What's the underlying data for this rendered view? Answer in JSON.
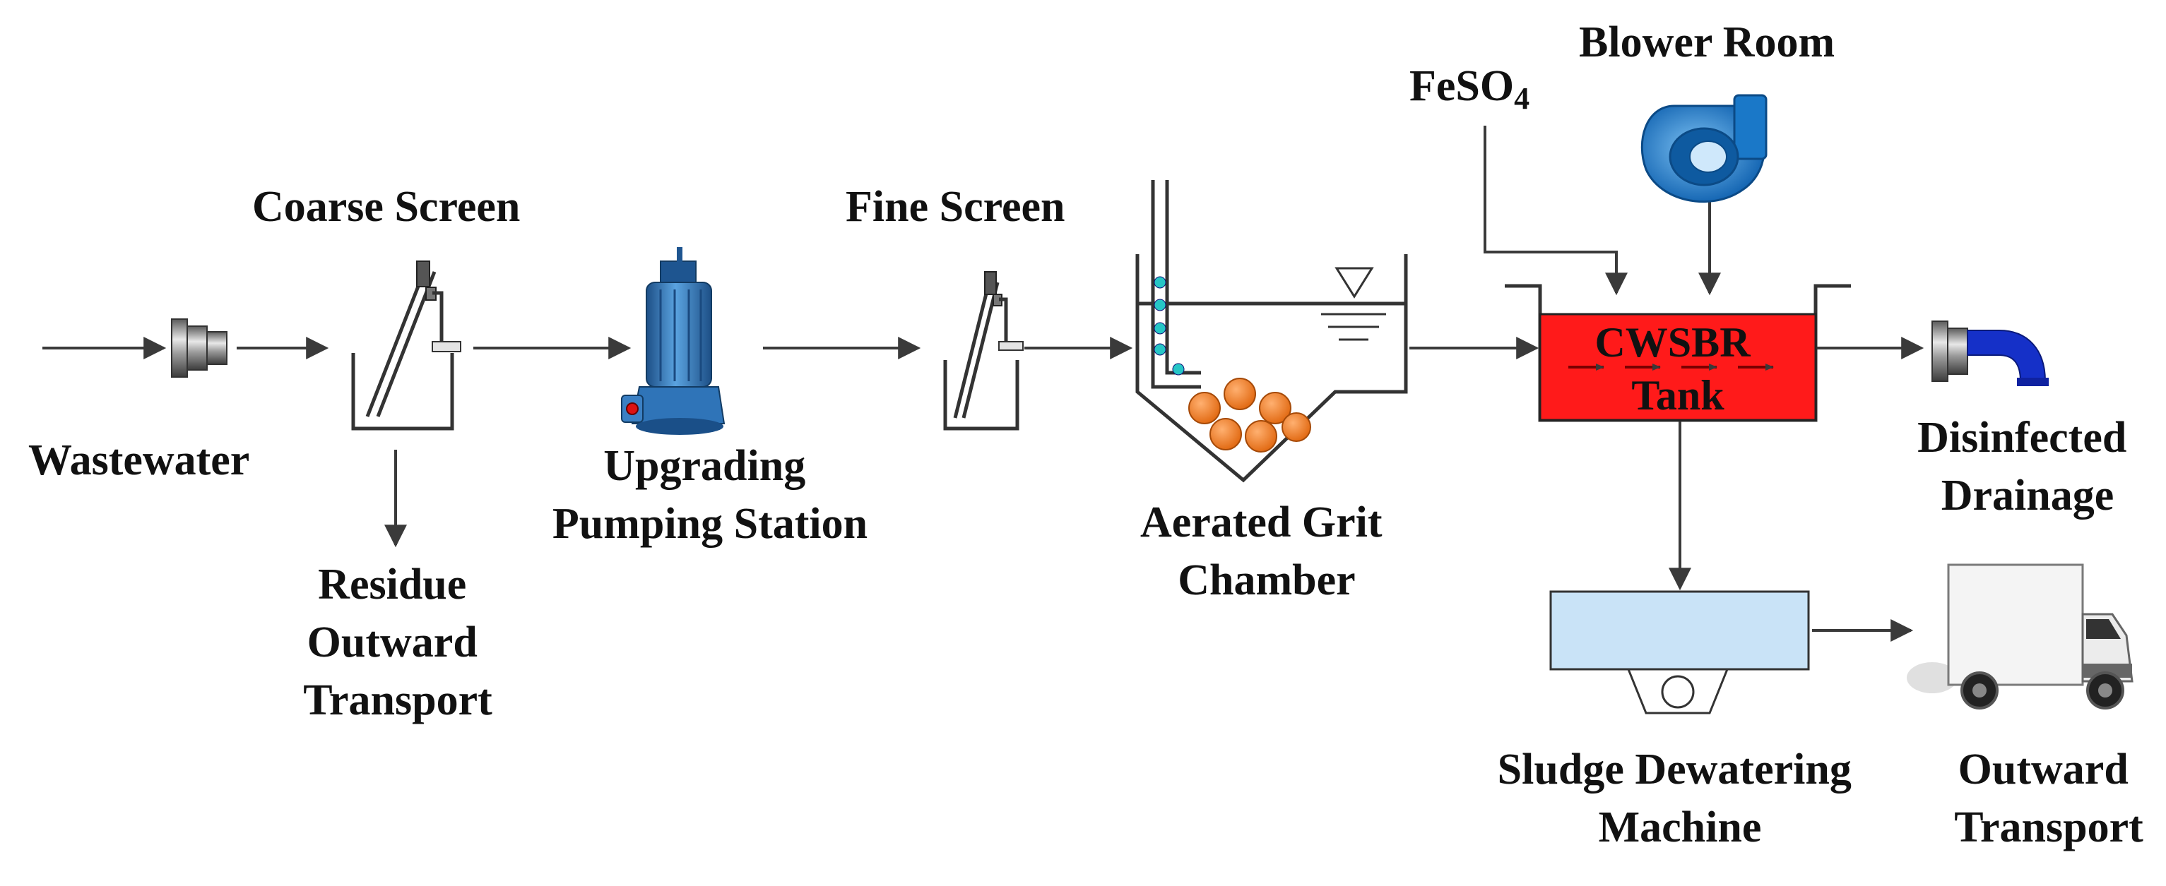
{
  "labels": {
    "wastewater": "Wastewater",
    "coarse_screen": "Coarse Screen",
    "residue_line1": "Residue",
    "residue_line2": "Outward",
    "residue_line3": "Transport",
    "pump_line1": "Upgrading",
    "pump_line2": "Pumping Station",
    "fine_screen": "Fine Screen",
    "grit_line1": "Aerated Grit",
    "grit_line2": "Chamber",
    "feso4_main": "FeSO",
    "feso4_sub": "4",
    "blower": "Blower Room",
    "tank_line1": "CWSBR",
    "tank_line2": "Tank",
    "drain_line1": "Disinfected",
    "drain_line2": "Drainage",
    "sludge_line1": "Sludge Dewatering",
    "sludge_line2": "Machine",
    "transport_line1": "Outward",
    "transport_line2": "Transport"
  },
  "colors": {
    "tank": "#ff1a1a",
    "pump": "#3a7fc0",
    "blower": "#1e88d8",
    "grit_balls": "#ee7a1a",
    "air_bubbles": "#26c6c6",
    "dewatering": "#c9e3f7",
    "drain_pipe": "#1530c8"
  },
  "icons": {
    "inlet_pipe": "pipe-connector-icon",
    "coarse_screen": "bar-screen-icon",
    "pump": "submersible-pump-icon",
    "fine_screen": "bar-screen-icon",
    "blower": "centrifugal-blower-icon",
    "outlet_pipe": "elbow-pipe-icon",
    "truck": "truck-icon"
  }
}
